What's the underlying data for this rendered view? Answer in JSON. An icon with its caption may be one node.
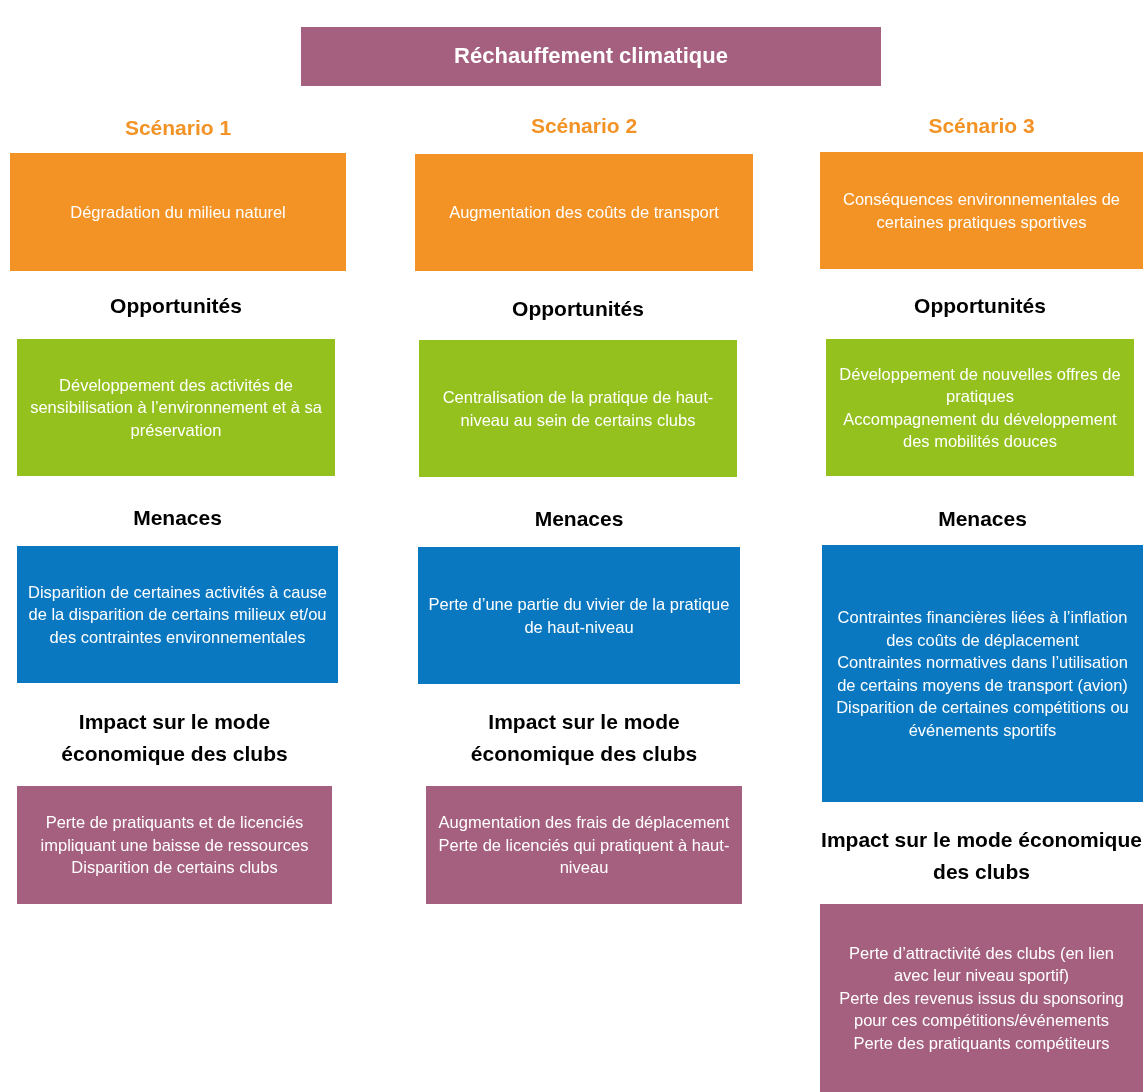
{
  "diagram": {
    "nodes": [
      {
        "text": [
          "Réchauffement climatique"
        ]
      },
      {
        "text": [
          "Scénario 1",
          "Dégradation du milieu naturel"
        ]
      },
      {
        "text": [
          "Opportunités",
          "Développement des activités de sensibilisation à l’environnement et à sa préservation"
        ]
      },
      {
        "text": [
          "Menaces",
          "Disparition de certaines activités à cause de la disparition de certains milieux et/ou des contraintes environnementales"
        ]
      },
      {
        "text": [
          "Impact sur le mode économique des clubs",
          "Perte de pratiquants et de licenciés impliquant une baisse de ressources",
          "Disparition de certains clubs"
        ]
      },
      {
        "text": [
          "Scénario 2",
          "Augmentation des coûts de transport"
        ]
      },
      {
        "text": [
          "Opportunités",
          "Centralisation de la pratique de haut-niveau au sein de certains clubs"
        ]
      },
      {
        "text": [
          "Menaces",
          "Perte d’une partie du vivier de la pratique de haut-niveau"
        ]
      },
      {
        "text": [
          "Impact sur le mode économique des clubs",
          "Augmentation des frais de déplacement",
          "Perte de licenciés qui pratiquent à haut-niveau"
        ]
      },
      {
        "text": [
          "Scénario 3",
          "Conséquences environnementales de certaines pratiques sportives"
        ]
      },
      {
        "text": [
          "Opportunités",
          "Développement de nouvelles offres de pratiques",
          "Accompagnement du développement des mobilités douces"
        ]
      },
      {
        "text": [
          "Menaces",
          "Contraintes financières liées à l’inflation des coûts de déplacement",
          "Contraintes normatives dans l’utilisation de certains moyens de transport (avion)",
          "Disparition de certaines compétitions ou événements sportifs"
        ]
      },
      {
        "text": [
          "Impact sur le mode économique des clubs",
          "Perte d’attractivité des clubs (en lien avec leur niveau sportif)",
          "Perte des revenus issus du sponsoring pour ces compétitions/événements",
          "Perte des pratiquants compétiteurs"
        ]
      }
    ]
  }
}
